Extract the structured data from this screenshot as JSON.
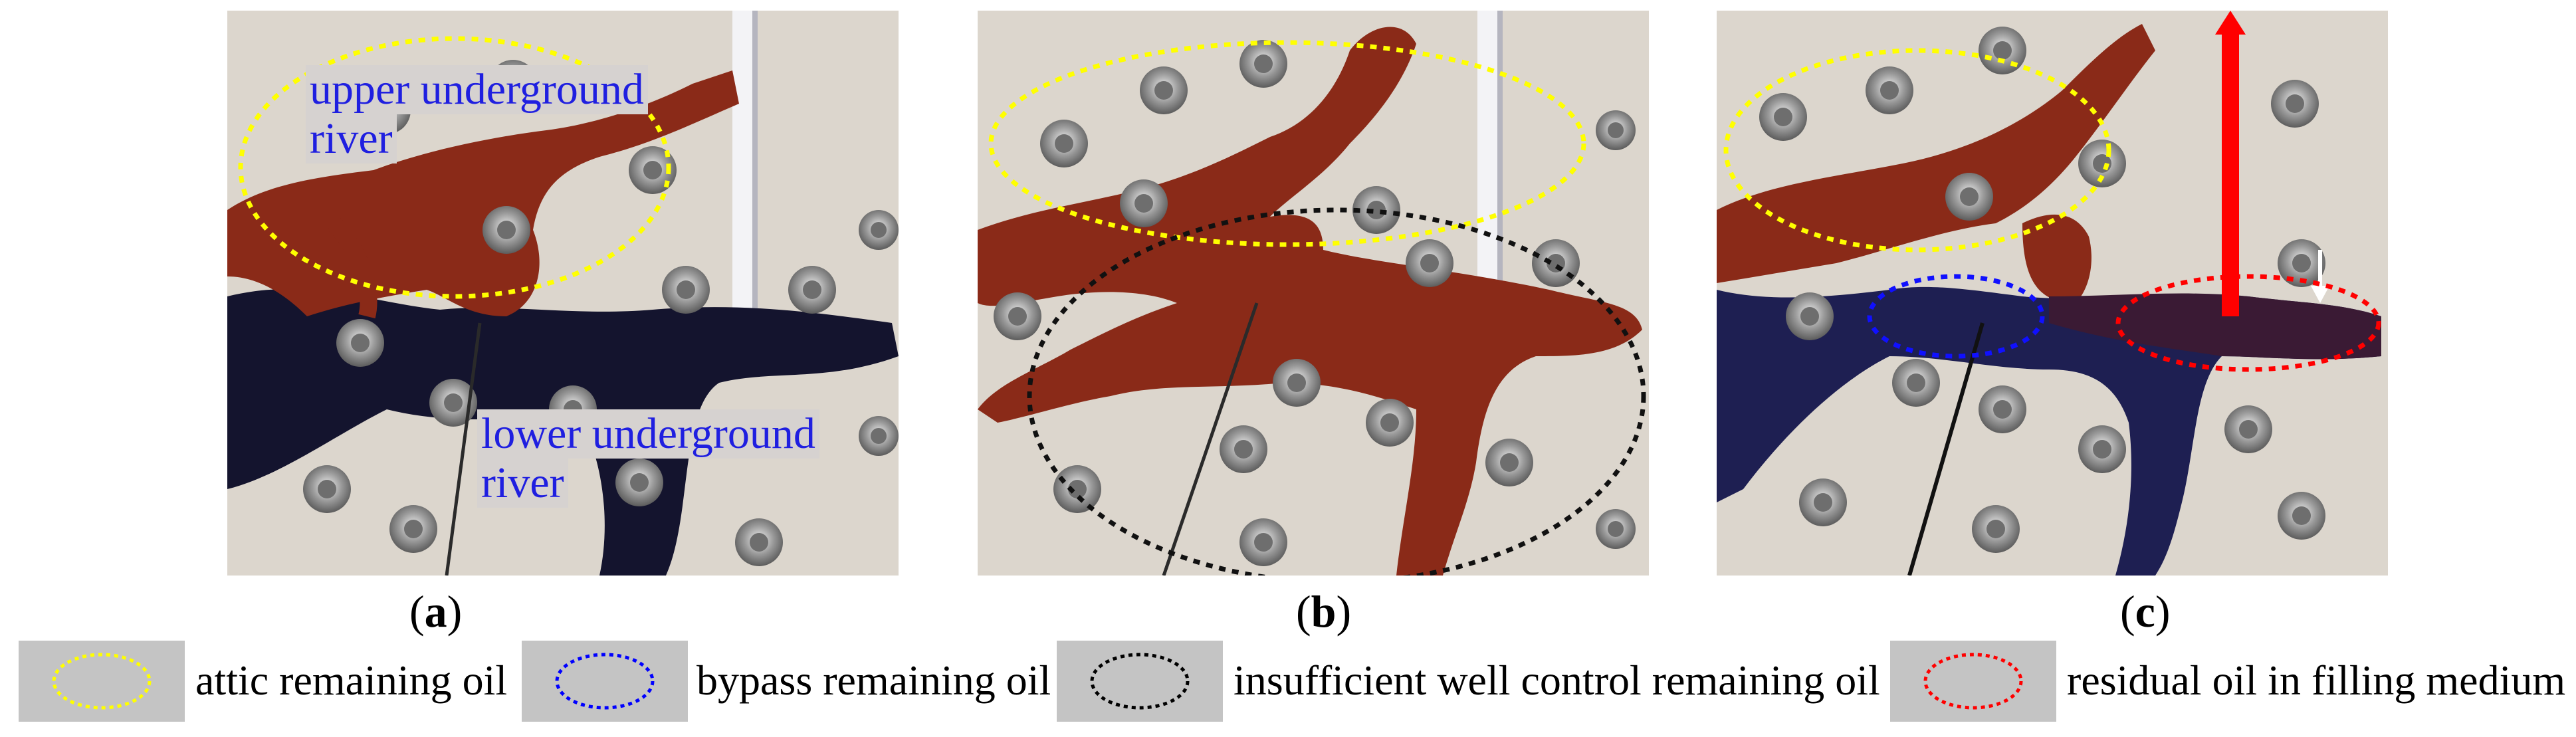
{
  "panels": {
    "a": {
      "caption": "a",
      "labels": {
        "upper": "upper underground river",
        "upper_line1": "upper underground",
        "upper_line2": "river",
        "lower_line1": "lower underground",
        "lower_line2": "river"
      }
    },
    "b": {
      "caption": "b"
    },
    "c": {
      "caption": "c"
    }
  },
  "caption_format": {
    "open": "(",
    "close": ")"
  },
  "legend": [
    {
      "label": "attic remaining  oil",
      "color": "#ffff00",
      "icon": "yellow-dotted-ellipse-icon"
    },
    {
      "label": "bypass remaining  oil",
      "color": "#0000ff",
      "icon": "blue-dotted-ellipse-icon"
    },
    {
      "label": "insufficient  well  control  remaining  oil",
      "color": "#000000",
      "icon": "black-dotted-ellipse-icon"
    },
    {
      "label": "residual oil in filling medium",
      "color": "#ff0000",
      "icon": "red-dotted-ellipse-icon"
    }
  ],
  "colors": {
    "oil": "#8a2a18",
    "water_dyed": "#1a1a3a",
    "plate": "#dcd6cd",
    "label_text": "#1f1fe0",
    "arrow": "#ff0000"
  }
}
